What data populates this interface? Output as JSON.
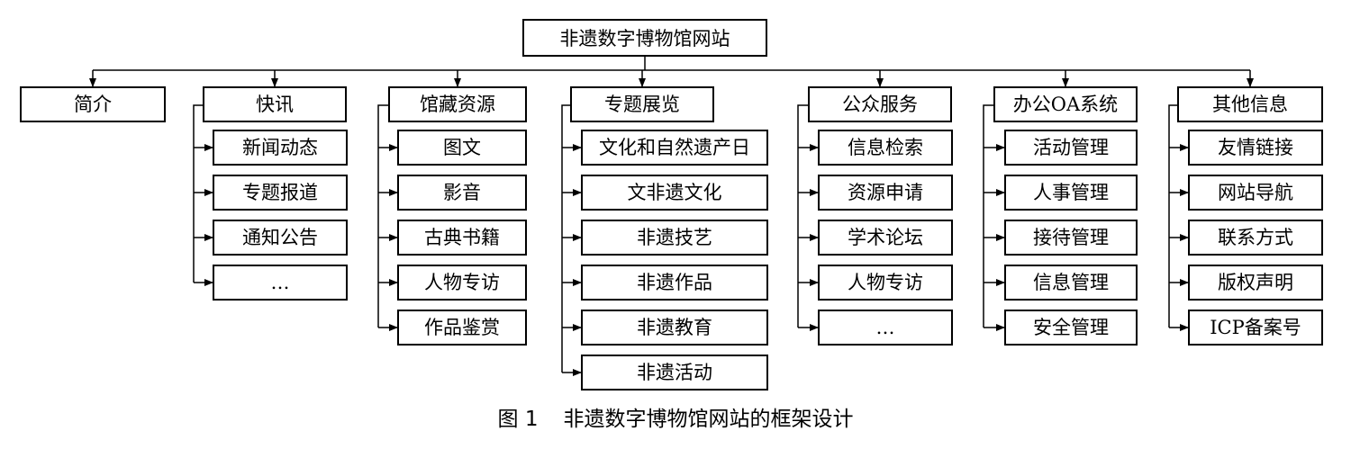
{
  "root": "非遗数字博物馆网站",
  "caption": {
    "figure_number": "图 1",
    "title": "非遗数字博物馆网站的框架设计"
  },
  "columns": [
    {
      "label": "简介",
      "children": []
    },
    {
      "label": "快讯",
      "children": [
        "新闻动态",
        "专题报道",
        "通知公告",
        "…"
      ]
    },
    {
      "label": "馆藏资源",
      "children": [
        "图文",
        "影音",
        "古典书籍",
        "人物专访",
        "作品鉴赏"
      ]
    },
    {
      "label": "专题展览",
      "children": [
        "文化和自然遗产日",
        "文非遗文化",
        "非遗技艺",
        "非遗作品",
        "非遗教育",
        "非遗活动"
      ]
    },
    {
      "label": "公众服务",
      "children": [
        "信息检索",
        "资源申请",
        "学术论坛",
        "人物专访",
        "…"
      ]
    },
    {
      "label": "办公OA系统",
      "children": [
        "活动管理",
        "人事管理",
        "接待管理",
        "信息管理",
        "安全管理"
      ]
    },
    {
      "label": "其他信息",
      "children": [
        "友情链接",
        "网站导航",
        "联系方式",
        "版权声明",
        "ICP备案号"
      ]
    }
  ]
}
